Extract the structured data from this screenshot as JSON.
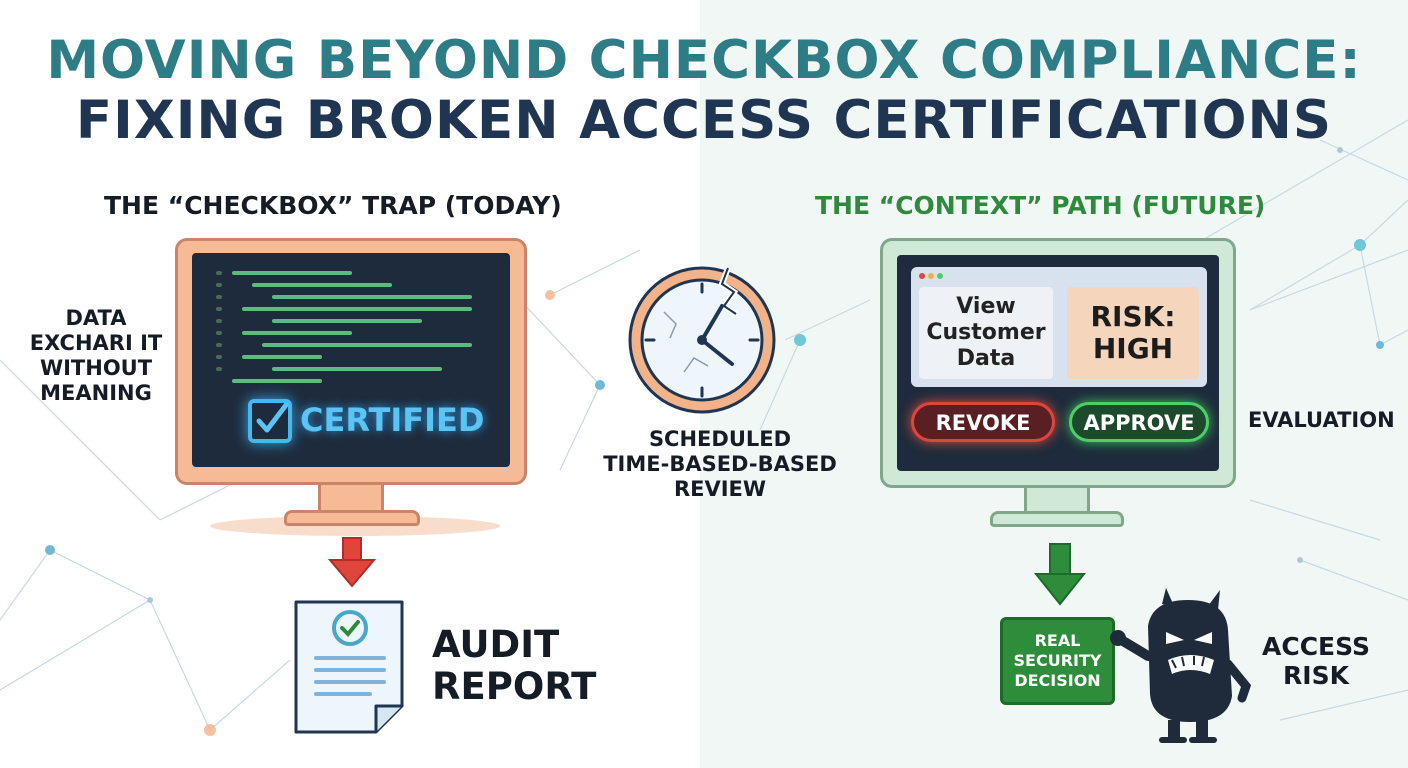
{
  "title": {
    "line1": "MOVING BEYOND CHECKBOX COMPLIANCE:",
    "line2": "FIXING BROKEN ACCESS CERTIFICATIONS"
  },
  "left_panel": {
    "heading": "THE “CHECKBOX” TRAP (TODAY)",
    "side_label": [
      "DATA",
      "EXCHARI IT",
      "WITHOUT",
      "MEANING"
    ],
    "screen_text": "CERTIFIED",
    "output_label": [
      "AUDIT",
      "REPORT"
    ]
  },
  "center": {
    "label": [
      "SCHEDULED",
      "TIME-BASED-BASED",
      "REVIEW"
    ]
  },
  "right_panel": {
    "heading": "THE “CONTEXT” PATH (FUTURE)",
    "card_view": [
      "View",
      "Customer",
      "Data"
    ],
    "card_risk": [
      "RISK:",
      "HIGH"
    ],
    "revoke_label": "REVOKE",
    "approve_label": "APPROVE",
    "side_label": "EVALUATION",
    "decision": [
      "REAL",
      "SECURITY",
      "DECISION"
    ],
    "risk_label": [
      "ACCESS",
      "RISK"
    ]
  },
  "colors": {
    "title_teal": "#2e7c86",
    "title_navy": "#1f3552",
    "future_green": "#2f8a3e",
    "arrow_red": "#e0453c",
    "arrow_green": "#2d8d3b"
  }
}
